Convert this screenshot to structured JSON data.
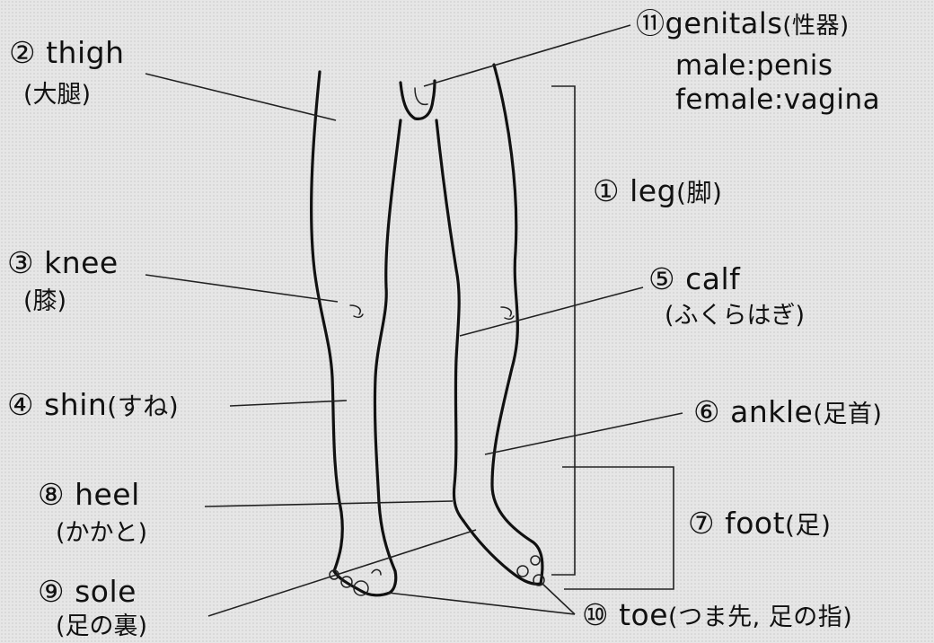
{
  "labels": {
    "leg": {
      "num": "①",
      "en": "leg",
      "ja": "(脚)"
    },
    "thigh": {
      "num": "②",
      "en": "thigh",
      "ja": "(大腿)"
    },
    "knee": {
      "num": "③",
      "en": "knee",
      "ja": "(膝)"
    },
    "shin": {
      "num": "④",
      "en": "shin",
      "ja": "(すね)"
    },
    "calf": {
      "num": "⑤",
      "en": "calf",
      "ja": "(ふくらはぎ)"
    },
    "ankle": {
      "num": "⑥",
      "en": "ankle",
      "ja": "(足首)"
    },
    "foot": {
      "num": "⑦",
      "en": "foot",
      "ja": "(足)"
    },
    "heel": {
      "num": "⑧",
      "en": "heel",
      "ja": "(かかと)"
    },
    "sole": {
      "num": "⑨",
      "en": "sole",
      "ja": "(足の裏)"
    },
    "toe": {
      "num": "⑩",
      "en": "toe",
      "ja": "(つま先, 足の指)"
    },
    "genitals": {
      "num": "⑪",
      "en": "genitals",
      "ja": "(性器)",
      "male": "male:penis",
      "female": "female:vagina"
    }
  }
}
